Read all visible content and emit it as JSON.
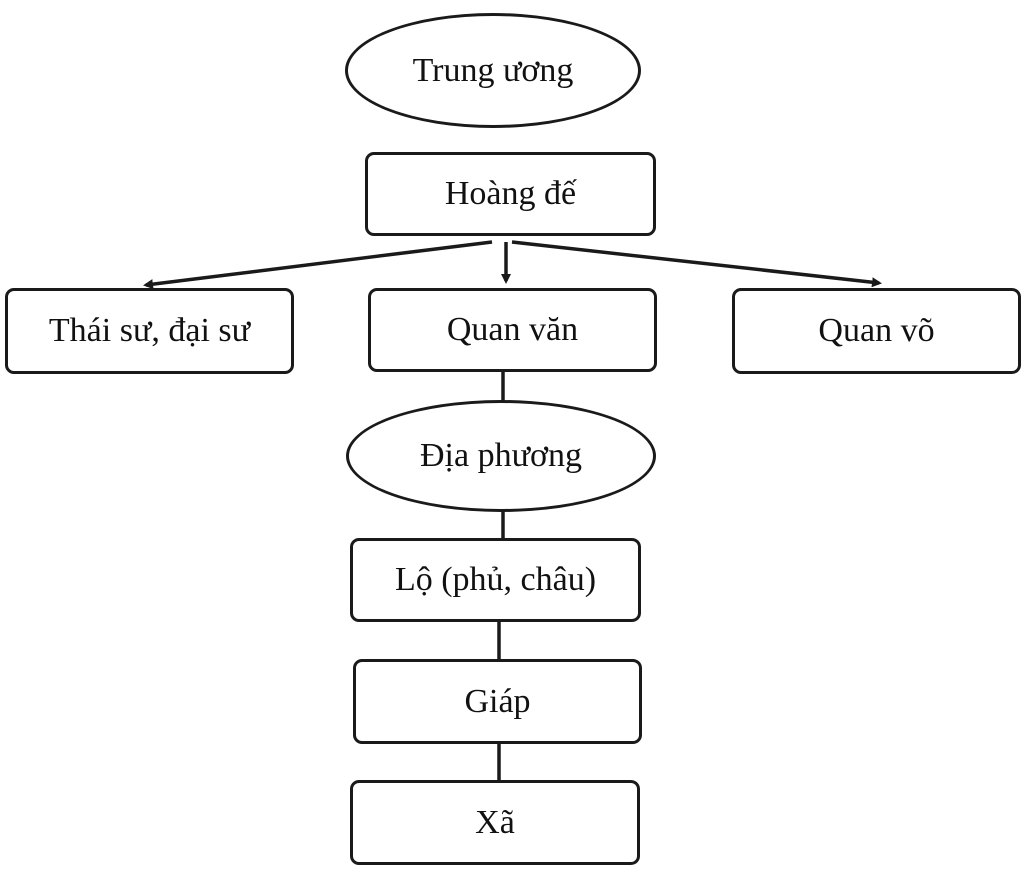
{
  "central": {
    "title": "Trung ương",
    "emperor": "Hoàng đế",
    "branches": [
      "Thái sư, đại sư",
      "Quan văn",
      "Quan võ"
    ]
  },
  "local": {
    "title": "Địa phương",
    "levels": [
      "Lộ (phủ, châu)",
      "Giáp",
      "Xã"
    ]
  }
}
